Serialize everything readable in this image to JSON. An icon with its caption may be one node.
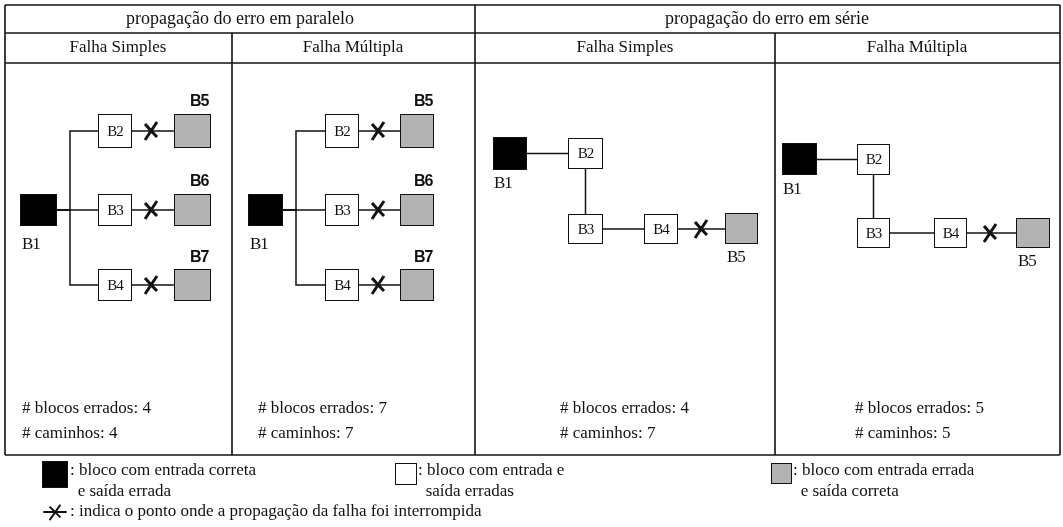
{
  "diagram": {
    "nodes": [
      {
        "text": [],
        "shape": "box",
        "beside": [
          "B1"
        ]
      },
      {
        "text": [
          "B2"
        ]
      },
      {
        "text": [
          "B3"
        ]
      },
      {
        "text": [
          "B4"
        ]
      },
      {
        "text": [],
        "shape": "box",
        "beside": [
          "B5"
        ]
      },
      {
        "text": [],
        "shape": "box",
        "beside": [
          "B6"
        ]
      },
      {
        "text": [],
        "shape": "box",
        "beside": [
          "B7"
        ]
      },
      {
        "text": [],
        "shape": "box",
        "beside": [
          "B1"
        ]
      },
      {
        "text": [
          "B2"
        ]
      },
      {
        "text": [
          "B3"
        ]
      },
      {
        "text": [
          "B4"
        ]
      },
      {
        "text": [],
        "shape": "box",
        "beside": [
          "B5"
        ]
      },
      {
        "text": [],
        "shape": "box",
        "beside": [
          "B6"
        ]
      },
      {
        "text": [],
        "shape": "box",
        "beside": [
          "B7"
        ]
      },
      {
        "text": [],
        "shape": "box",
        "beside": [
          "B1"
        ]
      },
      {
        "text": [
          "B2"
        ]
      },
      {
        "text": [
          "B3"
        ]
      },
      {
        "text": [
          "B4"
        ]
      },
      {
        "text": [],
        "shape": "box",
        "beside": [
          "B5"
        ]
      },
      {
        "text": [],
        "shape": "box",
        "beside": [
          "B1"
        ]
      },
      {
        "text": [
          "B2"
        ]
      },
      {
        "text": [
          "B3"
        ]
      },
      {
        "text": [
          "B4"
        ]
      },
      {
        "text": [],
        "shape": "box",
        "beside": [
          "B5"
        ]
      }
    ],
    "edges": [
      {
        "from": 0,
        "to": 1,
        "arrow": "none"
      },
      {
        "from": 0,
        "to": 2,
        "arrow": "none"
      },
      {
        "from": 0,
        "to": 3,
        "arrow": "none"
      },
      {
        "from": 1,
        "to": 4,
        "arrow": "none"
      },
      {
        "from": 2,
        "to": 5,
        "arrow": "none"
      },
      {
        "from": 3,
        "to": 6,
        "arrow": "none"
      },
      {
        "from": 7,
        "to": 8,
        "arrow": "none"
      },
      {
        "from": 7,
        "to": 9,
        "arrow": "none"
      },
      {
        "from": 7,
        "to": 10,
        "arrow": "none"
      },
      {
        "from": 8,
        "to": 11,
        "arrow": "none"
      },
      {
        "from": 9,
        "to": 12,
        "arrow": "none"
      },
      {
        "from": 10,
        "to": 13,
        "arrow": "none"
      },
      {
        "from": 14,
        "to": 15,
        "arrow": "none"
      },
      {
        "from": 15,
        "to": 16,
        "arrow": "none"
      },
      {
        "from": 16,
        "to": 17,
        "arrow": "none"
      },
      {
        "from": 17,
        "to": 18,
        "arrow": "none"
      },
      {
        "from": 19,
        "to": 20,
        "arrow": "none"
      },
      {
        "from": 20,
        "to": 21,
        "arrow": "none"
      },
      {
        "from": 21,
        "to": 22,
        "arrow": "none"
      },
      {
        "from": 22,
        "to": 23,
        "arrow": "none"
      }
    ],
    "labels": [
      "propagação do erro em paralelo",
      "propagação do erro em série",
      "Falha Simples",
      "Falha Múltipla",
      "Falha Simples",
      "Falha Múltipla",
      "# blocos errados: 4",
      "# caminhos: 4",
      "# blocos errados: 7",
      "# caminhos: 7",
      "# blocos errados: 4",
      "# caminhos: 7",
      "# blocos errados: 5",
      "# caminhos: 5"
    ],
    "legend": [
      {
        "text": ": bloco com entrada correta e saída errada",
        "color": "#000000"
      },
      {
        "text": ": bloco com entrada e saída erradas",
        "color": "#ffffff"
      },
      {
        "text": ": bloco com entrada errada e saída correta",
        "color": "#b3b3b3"
      },
      {
        "text": ": indica o ponto onde a propagação da falha foi interrompida"
      }
    ]
  }
}
